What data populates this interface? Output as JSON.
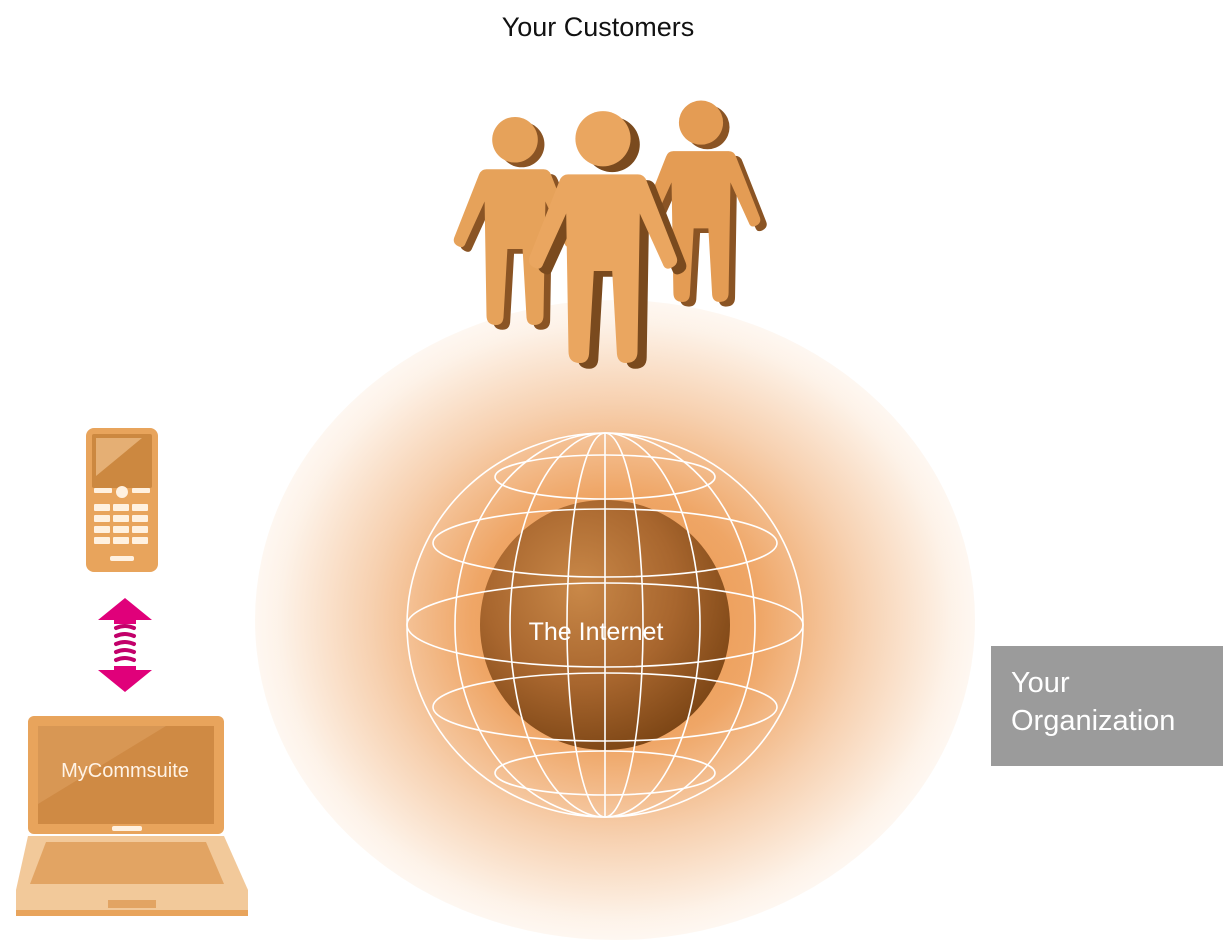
{
  "labels": {
    "customers": "Your Customers",
    "internet": "The Internet",
    "device_app": "MyCommsuite",
    "organization_line1": "Your",
    "organization_line2": "Organization"
  },
  "colors": {
    "accent_orange": "#e8a45c",
    "magenta_arrow": "#e0007a",
    "organization_box": "#9b9b9b"
  },
  "icons": [
    "people-icon",
    "globe-icon",
    "mobile-phone-icon",
    "sync-arrow-icon",
    "laptop-icon"
  ]
}
